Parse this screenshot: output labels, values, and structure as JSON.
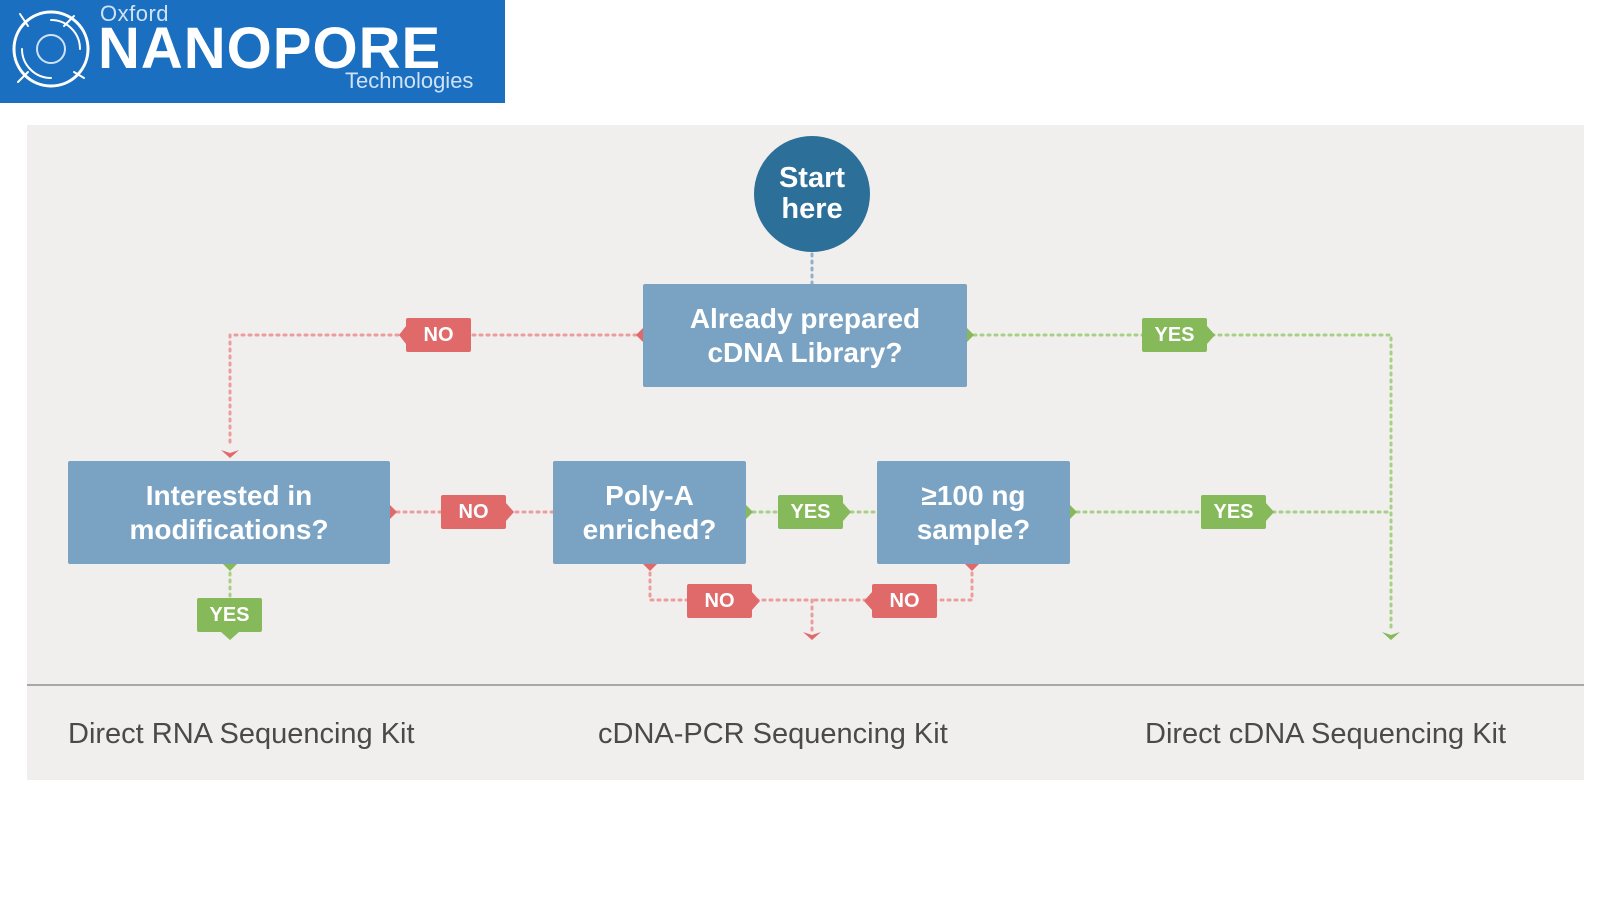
{
  "logo": {
    "brand_small": "Oxford",
    "brand_main": "NANOPORE",
    "brand_sub": "Technologies",
    "color": "#1a6fc1"
  },
  "flowchart": {
    "start_label": "Start here",
    "questions": {
      "prepared_library": "Already prepared cDNA Library?",
      "modifications": "Interested in modifications?",
      "poly_a": "Poly-A enriched?",
      "sample_amount": "≥100 ng sample?"
    },
    "labels": {
      "no": "NO",
      "yes": "YES"
    },
    "colors": {
      "start": "#2c6f98",
      "question_box": "#7aa2c2",
      "no": "#e06a6a",
      "yes": "#86b95a",
      "panel": "#f0efee"
    }
  },
  "outcomes": {
    "direct_rna": "Direct RNA Sequencing Kit",
    "cdna_pcr": "cDNA-PCR Sequencing Kit",
    "direct_cdna": "Direct cDNA Sequencing Kit"
  }
}
